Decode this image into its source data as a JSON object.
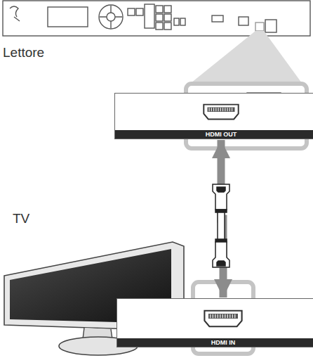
{
  "diagram": {
    "nodes": [
      {
        "text": [
          "HDMI OUT"
        ]
      },
      {
        "text": [
          "HDMI IN"
        ]
      }
    ],
    "edges": [
      {
        "from": 0,
        "to": 1,
        "arrow": "both"
      }
    ],
    "labels": [
      "Lettore",
      "TV"
    ]
  }
}
